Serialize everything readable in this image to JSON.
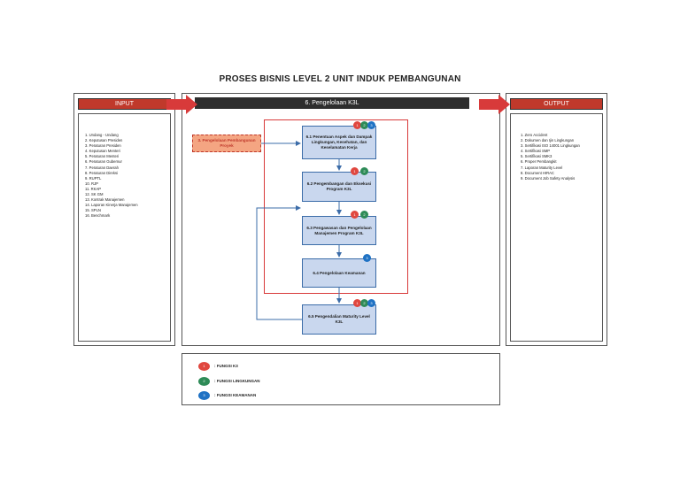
{
  "title": "PROSES BISNIS LEVEL 2 UNIT INDUK PEMBANGUNAN",
  "input": {
    "header": "INPUT",
    "items": [
      "1. Undang - Undang",
      "2. Keputusan Presiden",
      "3. Peraturan Presiden",
      "4. Keputusan Menteri",
      "5. Peraturan Menteri",
      "6. Peraturan Gubernur",
      "7. Peraturan Daerah",
      "8. Peraturan Direksi",
      "9. RUPTL",
      "10. RJP",
      "11. RKAP",
      "12. SK GM",
      "13. Kontrak Manajemen",
      "14. Laporan Kinerja Manajemen",
      "15. SPLN",
      "16. Benchmark"
    ]
  },
  "process": {
    "header": "6. Pengelolaan K3L",
    "external_box": "3. Pengelolaan Pembangunan Proyek",
    "steps": [
      {
        "label": "6.1 Penentuan Aspek dan Dampak Lingkungan, Kesehatan, dan Keselamatan Kerja",
        "dots": [
          "1",
          "2",
          "3"
        ]
      },
      {
        "label": "6.2 Pengembangan dan Eksekusi Program K3L",
        "dots": [
          "1",
          "2"
        ]
      },
      {
        "label": "6.3 Pengawasan dan Pengelolaan Manajemen Program K3L",
        "dots": [
          "1",
          "2"
        ]
      },
      {
        "label": "6.4 Pengelolaan Keamanan",
        "dots": [
          "3"
        ]
      },
      {
        "label": "6.5 Pengendalian Maturity Level K3L",
        "dots": [
          "1",
          "2",
          "3"
        ]
      }
    ]
  },
  "output": {
    "header": "OUTPUT",
    "items": [
      "1. Zero Accident",
      "2. Dokumen dan Ijin Lingkungan",
      "3. Sertifikasi ISO 14001 Lingkungan",
      "4. Sertifikasi SMP",
      "5. Sertifikasi SMK3",
      "6. Proper Pembangkit",
      "7. Laporan Maturity Level",
      "8. Document HIRAC",
      "9. Document Job Safety Analysis"
    ]
  },
  "legend": [
    {
      "num": "1",
      "label": ": FUNGSI K3",
      "color": "#e0473f"
    },
    {
      "num": "2",
      "label": ": FUNGSI LINGKUNGAN",
      "color": "#2e8b57"
    },
    {
      "num": "3",
      "label": ": FUNGSI KEAMANAN",
      "color": "#1f72c4"
    }
  ],
  "colors": {
    "k3": "#e0473f",
    "lingkungan": "#2e8b57",
    "keamanan": "#1f72c4",
    "accent_red": "#c0392b",
    "box_blue": "#c9d7ee"
  }
}
